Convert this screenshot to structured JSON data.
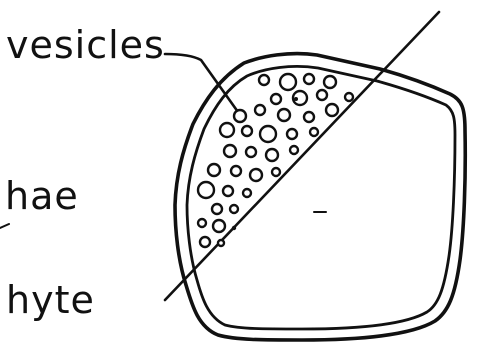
{
  "labels": {
    "vesicles": "vesicles",
    "hyphae": "hae",
    "cell": "hyte"
  }
}
